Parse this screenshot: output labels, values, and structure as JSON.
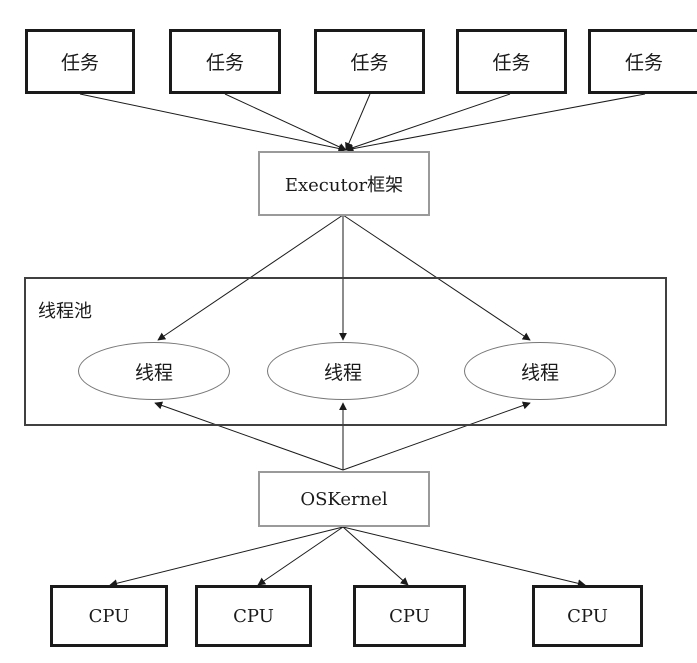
{
  "tasks": [
    "任务",
    "任务",
    "任务",
    "任务",
    "任务"
  ],
  "executor": "Executor框架",
  "thread_pool": {
    "label": "线程池",
    "threads": [
      "线程",
      "线程",
      "线程"
    ]
  },
  "kernel": "OSKernel",
  "cpus": [
    "CPU",
    "CPU",
    "CPU",
    "CPU"
  ]
}
